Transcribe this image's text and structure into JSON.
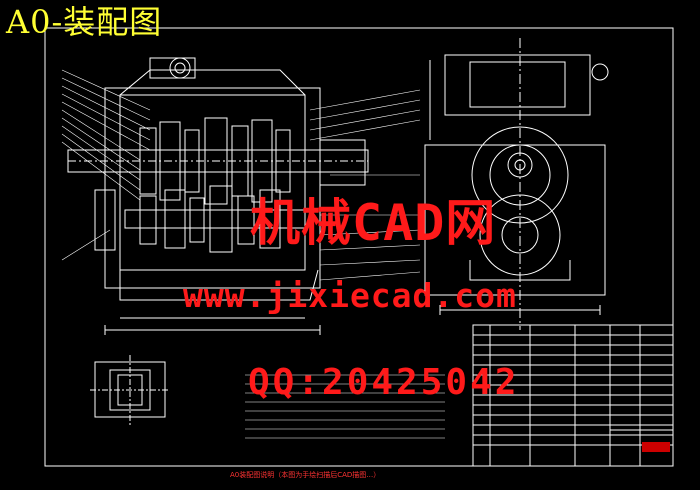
{
  "title": "A0-装配图",
  "watermark": {
    "site": "机械CAD网",
    "url": "www.jixiecad.com",
    "qq": "QQ:20425042"
  },
  "footer_note": "A0装配图说明（本图为手绘扫描后CAD描图…）",
  "colors": {
    "background": "#000000",
    "line": "#ffffff",
    "title": "#ffff33",
    "watermark": "#ff1a1a",
    "frame": "#ffffff"
  }
}
